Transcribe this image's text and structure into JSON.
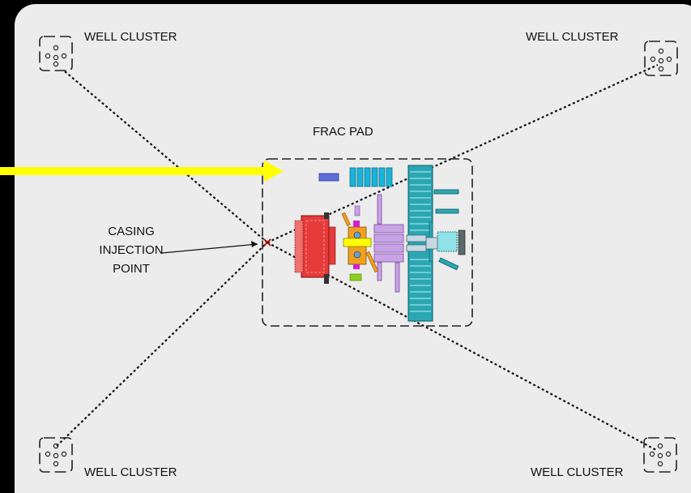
{
  "labels": {
    "well_top_left": "WELL CLUSTER",
    "well_top_right": "WELL CLUSTER",
    "well_bottom_left": "WELL CLUSTER",
    "well_bottom_right": "WELL CLUSTER",
    "frac_pad": "FRAC PAD",
    "casing_line1": "CASING",
    "casing_line2": "INJECTION",
    "casing_line3": "POINT"
  },
  "colors": {
    "background": "#000000",
    "panel": "#ececec",
    "arrow": "#ffff00",
    "trailer": "#e53b3b",
    "manifold": "#f0a020",
    "manifold_center": "#ffff00",
    "pump_units": "#c9a3e6",
    "conveyor": "#2aa7b3",
    "tanks": "#1ab3d9",
    "blender": "#5f6fd6",
    "small_unit": "#8bd020",
    "magenta": "#d020d0"
  },
  "icons": [
    "well-cluster-icon",
    "arrow-icon",
    "injection-x-icon"
  ]
}
